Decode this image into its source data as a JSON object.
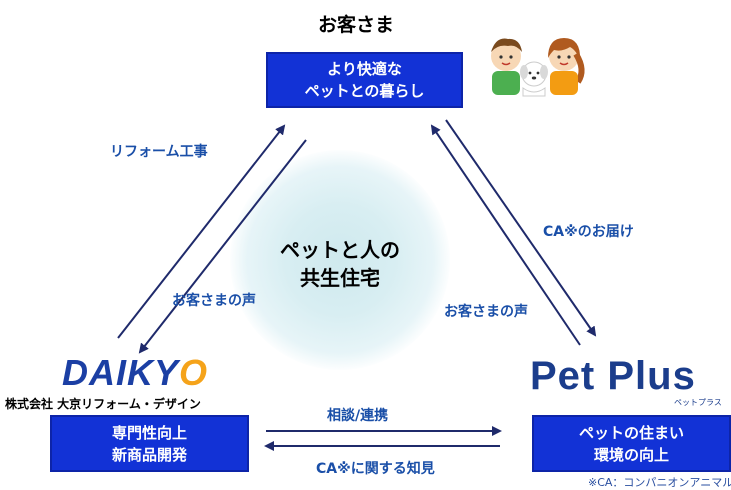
{
  "top": {
    "heading": "お客さま",
    "box_line1": "より快適な",
    "box_line2": "ペットとの暮らし"
  },
  "center": {
    "line1": "ペットと人の",
    "line2": "共生住宅"
  },
  "left": {
    "logo_d": "DAI",
    "logo_k": "K",
    "logo_y": "Y",
    "logo_o": "O",
    "company": "株式会社 大京リフォーム・デザイン",
    "box_line1": "専門性向上",
    "box_line2": "新商品開発"
  },
  "right": {
    "logo": "Pet Plus",
    "logo_sub": "ペットプラス",
    "box_line1": "ペットの住まい",
    "box_line2": "環境の向上",
    "note": "※CA：コンパニオンアニマル"
  },
  "labels": {
    "reform": "リフォーム工事",
    "voice_left": "お客さまの声",
    "ca_delivery": "CA※のお届け",
    "voice_right": "お客さまの声",
    "consult": "相談/連携",
    "ca_knowledge": "CA※に関する知見"
  },
  "colors": {
    "box_blue": "#1232d6",
    "arrow_navy": "#1f2a6b",
    "label_blue": "#1a4fa8",
    "daikyo_orange": "#f5a31a"
  }
}
